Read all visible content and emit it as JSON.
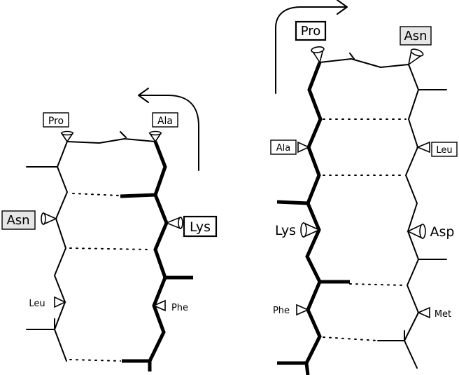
{
  "diagrams": [
    {
      "name": "left",
      "labels": {
        "pro": "Pro",
        "ala": "Ala",
        "asn": "Asn",
        "lys": "Lys",
        "leu": "Leu",
        "phe": "Phe"
      }
    },
    {
      "name": "right",
      "labels": {
        "pro": "Pro",
        "asn": "Asn",
        "ala": "Ala",
        "leu": "Leu",
        "lys": "Lys",
        "asp": "Asp",
        "phe": "Phe",
        "met": "Met"
      }
    }
  ]
}
